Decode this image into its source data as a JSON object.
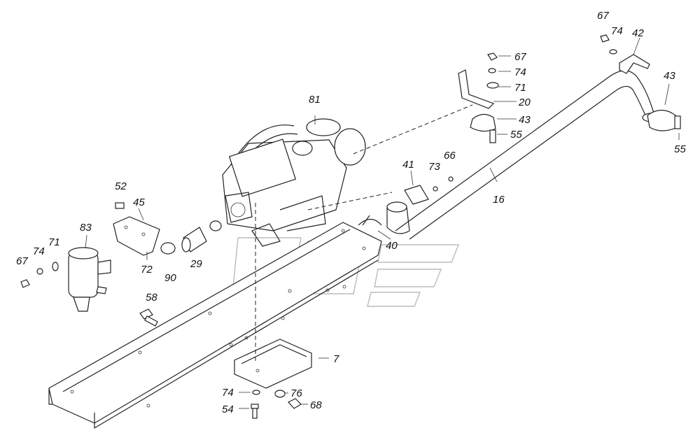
{
  "callouts": {
    "c81": "81",
    "c67a": "67",
    "c74a": "74",
    "c42": "42",
    "c43a": "43",
    "c55a": "55",
    "c67b": "67",
    "c74b": "74",
    "c71b": "71",
    "c20": "20",
    "c43b": "43",
    "c55b": "55",
    "c41": "41",
    "c73": "73",
    "c66": "66",
    "c16": "16",
    "c40": "40",
    "c52": "52",
    "c45": "45",
    "c72": "72",
    "c90": "90",
    "c29": "29",
    "c83": "83",
    "c71": "71",
    "c74": "74",
    "c67": "67",
    "c58": "58",
    "c7": "7",
    "c74c": "74",
    "c76": "76",
    "c54": "54",
    "c68": "68"
  },
  "icons": [
    "heater-unit",
    "exhaust-pipe",
    "frame-rail",
    "fuel-filter",
    "mounting-bracket",
    "pipe-clamp",
    "bolt",
    "nut",
    "washer",
    "hose",
    "mounting-plate"
  ]
}
